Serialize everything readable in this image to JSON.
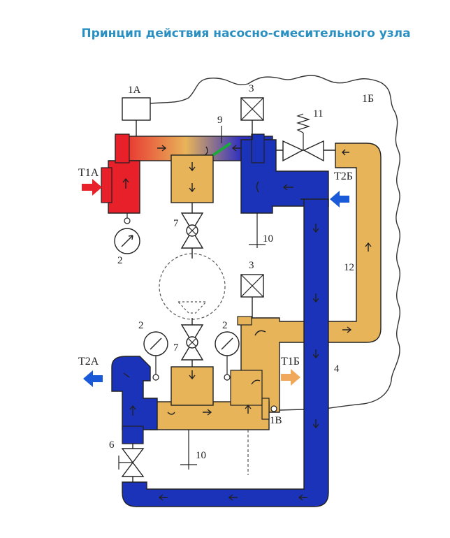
{
  "title": "Принцип действия насосно-смесительного узла",
  "labels": {
    "t1a": "Т1А",
    "t2b": "Т2Б",
    "t2a": "Т2А",
    "t1b": "Т1Б",
    "n1a": "1А",
    "n1b": "1Б",
    "n1v": "1В",
    "n2_top": "2",
    "n2_left": "2",
    "n2_right": "2",
    "n3_top": "3",
    "n3_mid": "3",
    "n4": "4",
    "n6": "6",
    "n7_top": "7",
    "n7_mid": "7",
    "n9": "9",
    "n10_top": "10",
    "n10_bottom": "10",
    "n11": "11",
    "n12": "12"
  },
  "colors": {
    "hot": "#e8202a",
    "cold": "#1a33b8",
    "mixed": "#e8b45a",
    "title": "#2a8fc1",
    "arrow_hot": "#e8202a",
    "arrow_cold": "#1a5ad8",
    "arrow_mixed": "#f0a85a"
  }
}
